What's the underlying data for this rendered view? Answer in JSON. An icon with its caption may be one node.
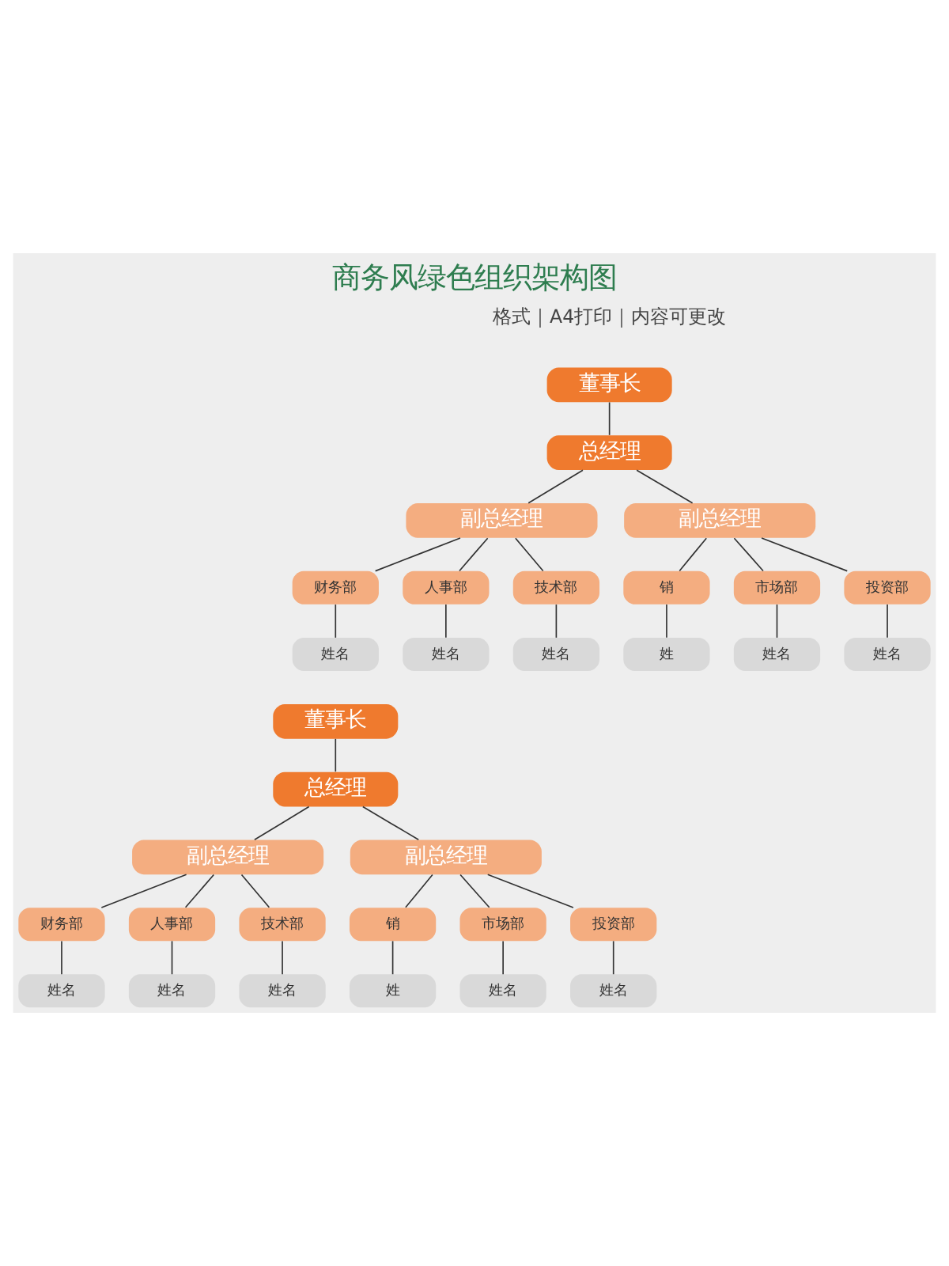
{
  "diagram": {
    "title": "商务风绿色组织架构图",
    "nodes": [
      {
        "text": [
          "董事长"
        ]
      },
      {
        "text": [
          "总经理"
        ]
      },
      {
        "text": [
          "副总经理"
        ]
      },
      {
        "text": [
          "副总经理"
        ]
      },
      {
        "text": [
          "财务部"
        ]
      },
      {
        "text": [
          "人事部"
        ]
      },
      {
        "text": [
          "技术部"
        ]
      },
      {
        "text": [
          "销"
        ]
      },
      {
        "text": [
          "市场部"
        ]
      },
      {
        "text": [
          "投资部"
        ]
      },
      {
        "text": [
          "姓名"
        ]
      },
      {
        "text": [
          "姓名"
        ]
      },
      {
        "text": [
          "姓名"
        ]
      },
      {
        "text": [
          "姓"
        ]
      },
      {
        "text": [
          "姓名"
        ]
      },
      {
        "text": [
          "姓名"
        ]
      },
      {
        "text": [
          "董事长"
        ]
      },
      {
        "text": [
          "总经理"
        ]
      },
      {
        "text": [
          "副总经理"
        ]
      },
      {
        "text": [
          "副总经理"
        ]
      },
      {
        "text": [
          "财务部"
        ]
      },
      {
        "text": [
          "人事部"
        ]
      },
      {
        "text": [
          "技术部"
        ]
      },
      {
        "text": [
          "销"
        ]
      },
      {
        "text": [
          "市场部"
        ]
      },
      {
        "text": [
          "投资部"
        ]
      },
      {
        "text": [
          "姓名"
        ]
      },
      {
        "text": [
          "姓名"
        ]
      },
      {
        "text": [
          "姓名"
        ]
      },
      {
        "text": [
          "姓"
        ]
      },
      {
        "text": [
          "姓名"
        ]
      },
      {
        "text": [
          "姓名"
        ]
      }
    ],
    "edges": [
      {
        "from": 0,
        "to": 1,
        "arrow": "none"
      },
      {
        "from": 1,
        "to": 2,
        "arrow": "none"
      },
      {
        "from": 1,
        "to": 3,
        "arrow": "none"
      },
      {
        "from": 2,
        "to": 4,
        "arrow": "none"
      },
      {
        "from": 2,
        "to": 5,
        "arrow": "none"
      },
      {
        "from": 2,
        "to": 6,
        "arrow": "none"
      },
      {
        "from": 3,
        "to": 7,
        "arrow": "none"
      },
      {
        "from": 3,
        "to": 8,
        "arrow": "none"
      },
      {
        "from": 3,
        "to": 9,
        "arrow": "none"
      },
      {
        "from": 4,
        "to": 10,
        "arrow": "none"
      },
      {
        "from": 5,
        "to": 11,
        "arrow": "none"
      },
      {
        "from": 6,
        "to": 12,
        "arrow": "none"
      },
      {
        "from": 7,
        "to": 13,
        "arrow": "none"
      },
      {
        "from": 8,
        "to": 14,
        "arrow": "none"
      },
      {
        "from": 9,
        "to": 15,
        "arrow": "none"
      },
      {
        "from": 16,
        "to": 17,
        "arrow": "none"
      },
      {
        "from": 17,
        "to": 18,
        "arrow": "none"
      },
      {
        "from": 17,
        "to": 19,
        "arrow": "none"
      },
      {
        "from": 18,
        "to": 20,
        "arrow": "none"
      },
      {
        "from": 18,
        "to": 21,
        "arrow": "none"
      },
      {
        "from": 18,
        "to": 22,
        "arrow": "none"
      },
      {
        "from": 19,
        "to": 23,
        "arrow": "none"
      },
      {
        "from": 19,
        "to": 24,
        "arrow": "none"
      },
      {
        "from": 19,
        "to": 25,
        "arrow": "none"
      },
      {
        "from": 20,
        "to": 26,
        "arrow": "none"
      },
      {
        "from": 21,
        "to": 27,
        "arrow": "none"
      },
      {
        "from": 22,
        "to": 28,
        "arrow": "none"
      },
      {
        "from": 23,
        "to": 29,
        "arrow": "none"
      },
      {
        "from": 24,
        "to": 30,
        "arrow": "none"
      },
      {
        "from": 25,
        "to": 31,
        "arrow": "none"
      }
    ],
    "labels": [
      "格式｜A4打印｜内容可更改"
    ]
  }
}
